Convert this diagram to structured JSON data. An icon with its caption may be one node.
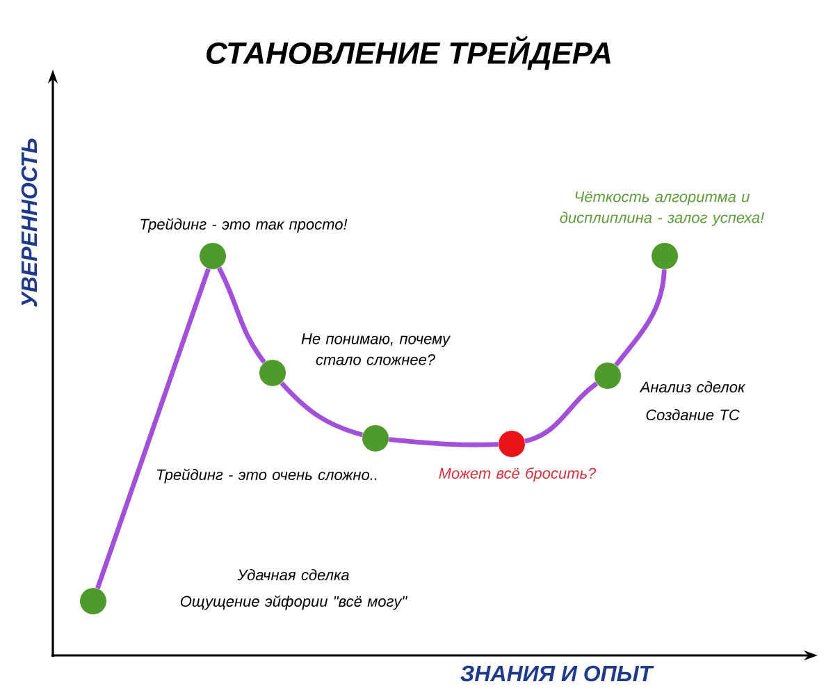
{
  "diagram": {
    "title": "СТАНОВЛЕНИЕ ТРЕЙДЕРА",
    "nodes": [
      {
        "text": [],
        "shape": "circle",
        "beside": [
          "Удачная сделка",
          "Ощущение эйфории \"всё могу\""
        ]
      },
      {
        "text": [],
        "shape": "circle",
        "beside": [
          "Трейдинг - это так просто!"
        ]
      },
      {
        "text": [],
        "shape": "circle",
        "beside": [
          "Не понимаю, почему стало сложнее?"
        ]
      },
      {
        "text": [],
        "shape": "circle",
        "beside": [
          "Трейдинг - это очень сложно.."
        ]
      },
      {
        "text": [],
        "shape": "circle",
        "beside": [
          "Может всё бросить?"
        ]
      },
      {
        "text": [],
        "shape": "circle",
        "beside": [
          "Анализ сделок",
          "Создание ТС"
        ]
      },
      {
        "text": [],
        "shape": "circle",
        "beside": [
          "Чёткость алгоритма и дисплиплина - залог успеха!"
        ]
      }
    ],
    "edges": [
      {
        "from": 0,
        "to": 1,
        "arrow": "none"
      },
      {
        "from": 1,
        "to": 2,
        "arrow": "none"
      },
      {
        "from": 2,
        "to": 3,
        "arrow": "none"
      },
      {
        "from": 3,
        "to": 4,
        "arrow": "none"
      },
      {
        "from": 4,
        "to": 5,
        "arrow": "none"
      },
      {
        "from": 5,
        "to": 6,
        "arrow": "none"
      }
    ],
    "labels": [
      "УВЕРЕННОСТЬ",
      "ЗНАНИЯ И ОПЫТ"
    ]
  }
}
